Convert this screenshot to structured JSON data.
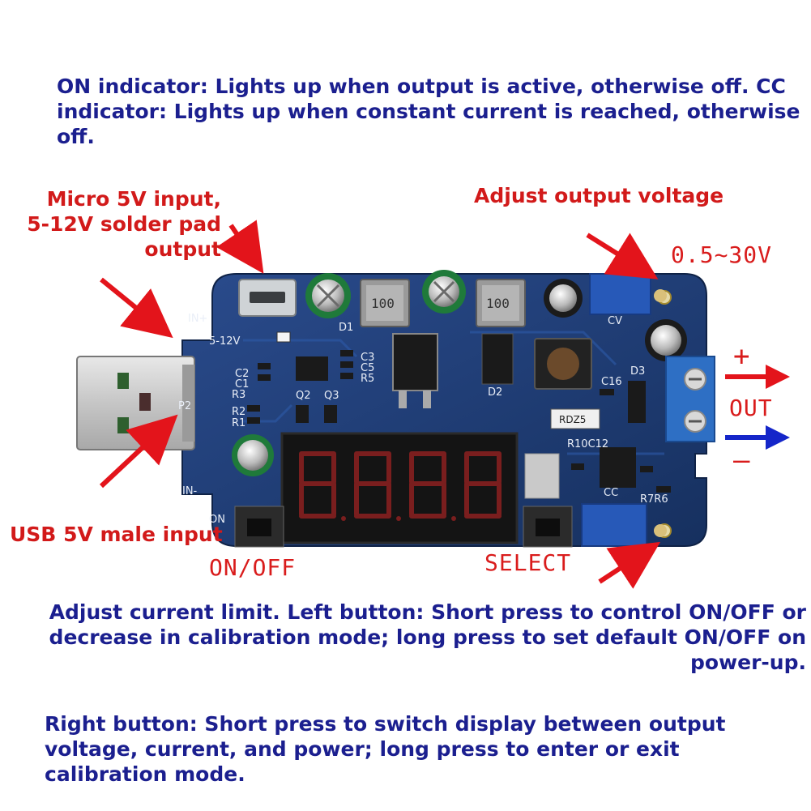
{
  "texts": {
    "indicators": "ON indicator: Lights up when output is active, otherwise off. CC indicator: Lights up when constant current is reached, otherwise off.",
    "micro_input": [
      "Micro 5V input,",
      "5-12V solder pad",
      "output"
    ],
    "adjust_voltage": "Adjust output voltage",
    "voltage_range": "0.5~30V",
    "usb_input": "USB 5V male input",
    "on_off": "ON/OFF",
    "select": "SELECT",
    "out_plus": "+",
    "out_label": "OUT",
    "out_minus": "–",
    "left_button": [
      "Adjust current limit. Left button: Short press to control ON/OFF or",
      "decrease in calibration mode; long press to set default ON/OFF on",
      "power-up."
    ],
    "right_button": "Right button: Short press to switch display between output voltage, current, and power; long press to enter or exit calibration mode."
  },
  "pcb_labels": {
    "in_plus": "IN+",
    "in_minus": "IN-",
    "v512": "5-12V",
    "cv": "CV",
    "cc": "CC",
    "d1": "D1",
    "d2": "D2",
    "d3": "D3",
    "q2": "Q2",
    "q3": "Q3",
    "p2": "P2",
    "c16": "C16",
    "r10c12": "R10C12",
    "r7r6": "R7R6",
    "rdz5": "RDZ5",
    "inductor1": "100",
    "inductor2": "100",
    "on_small": "ON",
    "c3c5r5": [
      "C3",
      "C5",
      "R5"
    ],
    "c2c1r3": [
      "C2",
      "C1",
      "R3"
    ],
    "r2r1": [
      "R2",
      "R1"
    ]
  },
  "colors": {
    "pcb": "#1f3a72",
    "text_blue": "#1b1f8f",
    "text_red": "#d21a1a",
    "arrow_red": "#e3141b",
    "arrow_blue": "#1526c9",
    "terminal": "#2e6fc4"
  }
}
